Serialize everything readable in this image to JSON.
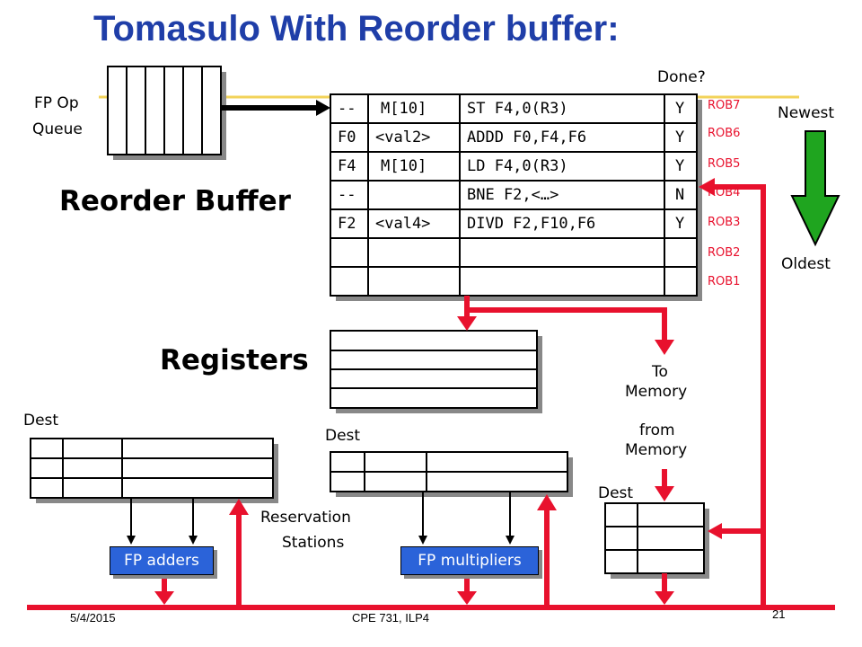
{
  "title": "Tomasulo With Reorder buffer:",
  "labels": {
    "fp_op_queue": [
      "FP Op",
      "Queue"
    ],
    "done": "Done?",
    "newest": "Newest",
    "oldest": "Oldest",
    "reorder_buffer": "Reorder Buffer",
    "registers": "Registers",
    "to_memory": [
      "To",
      "Memory"
    ],
    "from_memory": [
      "from",
      "Memory"
    ],
    "dest": "Dest",
    "reservation_stations": [
      "Reservation",
      "Stations"
    ],
    "fp_adders": "FP adders",
    "fp_multipliers": "FP multipliers"
  },
  "rob_tags": [
    "ROB7",
    "ROB6",
    "ROB5",
    "ROB4",
    "ROB3",
    "ROB2",
    "ROB1"
  ],
  "reorder_buffer_rows": [
    {
      "dest": "--",
      "value": "M[10]",
      "instr": "ST F4,0(R3)",
      "done": "Y"
    },
    {
      "dest": "F0",
      "value": "<val2>",
      "instr": "ADDD F0,F4,F6",
      "done": "Y"
    },
    {
      "dest": "F4",
      "value": "M[10]",
      "instr": "LD F4,0(R3)",
      "done": "Y"
    },
    {
      "dest": "--",
      "value": "",
      "instr": "BNE F2,<…>",
      "done": "N"
    },
    {
      "dest": "F2",
      "value": "<val4>",
      "instr": "DIVD F2,F10,F6",
      "done": "Y"
    },
    {
      "dest": "",
      "value": "",
      "instr": "",
      "done": ""
    },
    {
      "dest": "",
      "value": "",
      "instr": "",
      "done": ""
    }
  ],
  "footer": {
    "date": "5/4/2015",
    "course": "CPE 731, ILP4",
    "page": "21"
  },
  "colors": {
    "title": "#1f3ea8",
    "bus": "#e8112d",
    "rob_tag": "#e8112d",
    "unit": "#2b63d9",
    "arrow": "#1fa51f",
    "queue_line": "#f2d35a"
  }
}
